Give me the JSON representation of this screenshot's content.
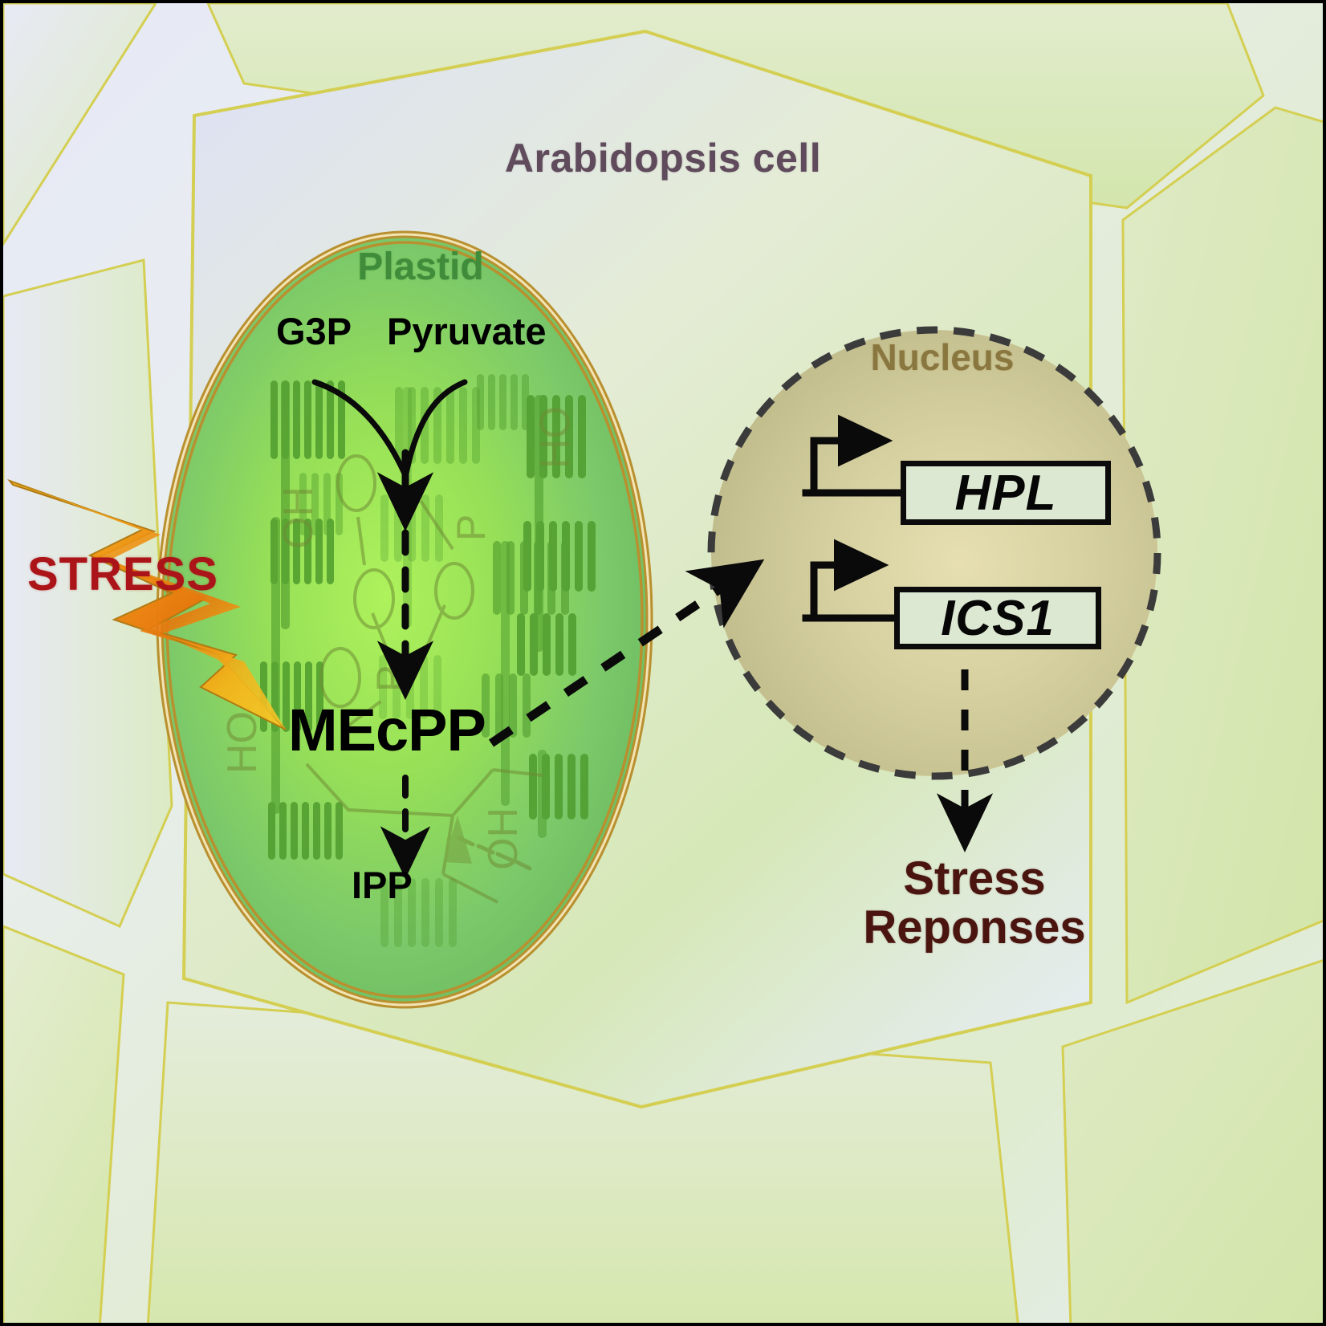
{
  "figure": {
    "type": "diagram",
    "subject": "MEcPP retrograde plastid-to-nucleus stress signaling in Arabidopsis"
  },
  "cell": {
    "title": "Arabidopsis cell",
    "title_color": "#5f4b5c",
    "wall_color": "#fdfdf2",
    "wall_outline_color": "#d4cf52",
    "cytosol_colors": [
      "#e3e6f2",
      "#dde9c6",
      "#cfe4b0"
    ]
  },
  "plastid": {
    "title": "Plastid",
    "title_color": "#3f8c3a",
    "envelope_color": "#b8902f",
    "fill_colors": [
      "#6fbf63",
      "#a8f05a",
      "#79c46a"
    ],
    "grana_color": "#4f9b2e",
    "metabolites": {
      "substrate_left": "G3P",
      "substrate_right": "Pyruvate",
      "intermediate": "MEcPP",
      "product": "IPP"
    },
    "watermark_structure": [
      "HO",
      "O",
      "P",
      "O",
      "O",
      "OH",
      "P",
      "O",
      "HO",
      "OH"
    ]
  },
  "stress": {
    "label": "STRESS",
    "label_color": "#ab1418",
    "bolt_colors": [
      "#f2c223",
      "#ef9016",
      "#e87a10"
    ]
  },
  "nucleus": {
    "title": "Nucleus",
    "title_color": "#8a7740",
    "fill_colors": [
      "#c9c594",
      "#e2dbae",
      "#c3bd8a"
    ],
    "envelope_color": "#3b3b3b",
    "envelope_style": "dashed",
    "genes": [
      {
        "name": "HPL",
        "box_fill": "#dde8d2",
        "box_border": "#0b0b0b"
      },
      {
        "name": "ICS1",
        "box_fill": "#dde8d2",
        "box_border": "#0b0b0b"
      }
    ]
  },
  "outputs": {
    "stress_responses": "Stress\nReponses",
    "stress_responses_color": "#4a140f"
  },
  "arrows": {
    "substrate_to_mecpp": "solid-then-dashed downward arrow",
    "mecpp_to_ipp": "dashed downward arrow",
    "mecpp_to_nucleus": "dashed diagonal arrow",
    "gene_to_response": "dashed downward arrow",
    "promoter_arrows": "bent transcription start arrows"
  }
}
